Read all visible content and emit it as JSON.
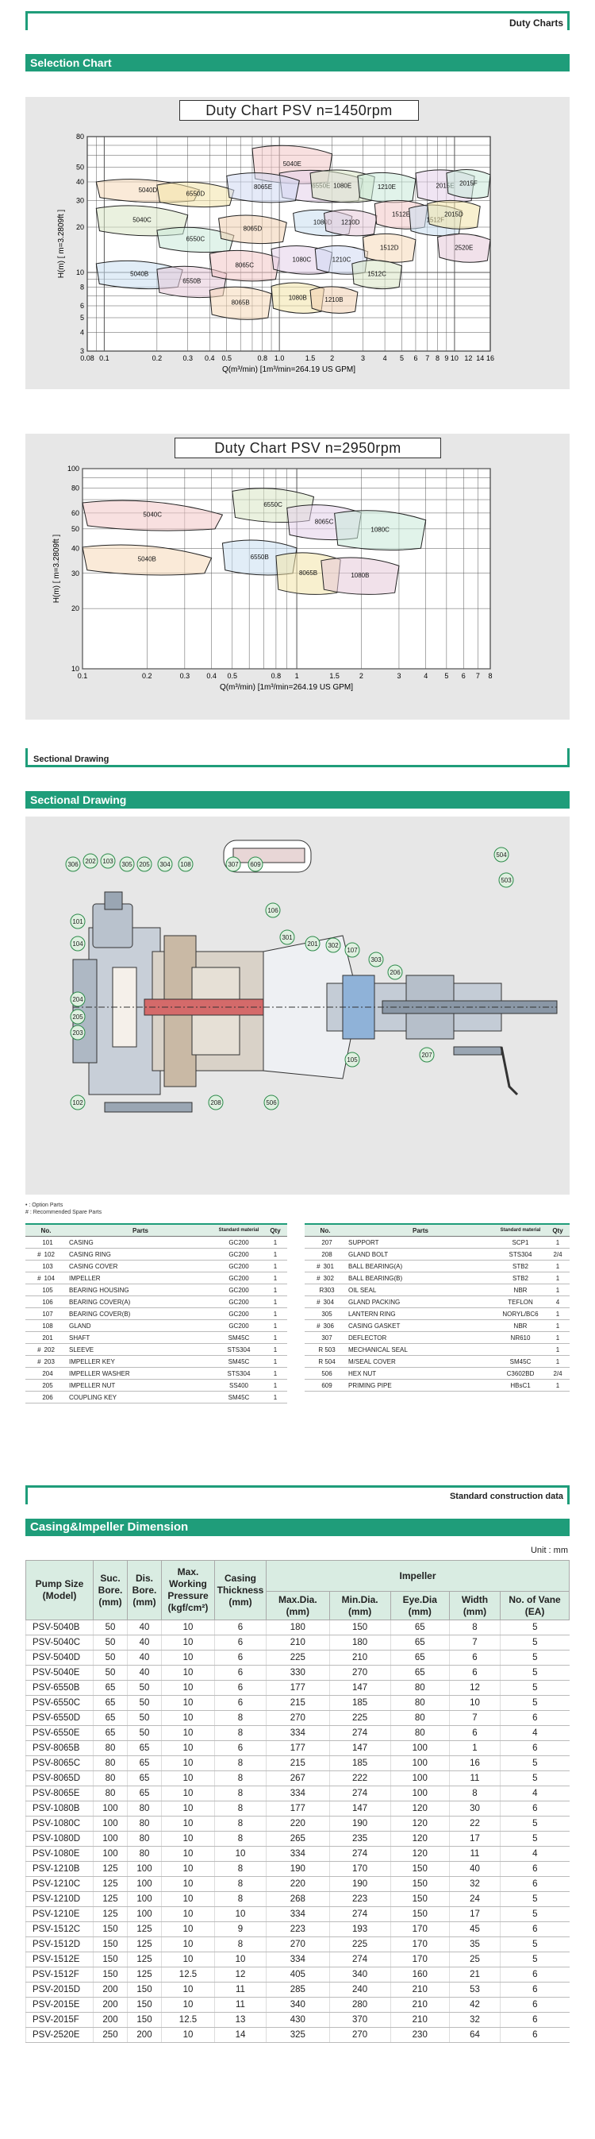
{
  "header": {
    "title": "Duty Charts"
  },
  "selection": {
    "title": "Selection Chart"
  },
  "chart1": {
    "title": "Duty Chart  PSV   n=1450rpm",
    "ylabel": "H(m)  [ m=3.2809ft ]",
    "xlabel": "Q(m³/min)  [1m³/min=264.19  US GPM]",
    "xticks": [
      "0.08",
      "0.1",
      "0.2",
      "0.3",
      "0.4",
      "0.5",
      "0.8",
      "1.0",
      "1.5",
      "2",
      "3",
      "4",
      "5",
      "6",
      "7",
      "8",
      "9",
      "10",
      "12",
      "14",
      "16"
    ],
    "yticks": [
      "80",
      "50",
      "40",
      "30",
      "20",
      "10",
      "8",
      "6",
      "5",
      "4",
      "3"
    ],
    "zones": [
      "5040E",
      "5040D",
      "5040C",
      "5040B",
      "6550E",
      "6550D",
      "6550C",
      "6550B",
      "8065E",
      "8065D",
      "8065C",
      "8065B",
      "1080E",
      "1080D",
      "1080C",
      "1080B",
      "1210E",
      "1210D",
      "1210C",
      "1210B",
      "1512E",
      "1512D",
      "1512C",
      "1512F",
      "2015E",
      "2015D",
      "2015F",
      "2520E"
    ]
  },
  "chart2": {
    "title": "Duty Chart   PSV     n=2950rpm",
    "ylabel": "H(m)  [ m=3.2809ft ]",
    "xlabel": "Q(m³/min)  [1m³/min=264.19  US GPM]",
    "xticks": [
      "0.1",
      "0.2",
      "0.3",
      "0.4",
      "0.5",
      "0.8",
      "1",
      "1.5",
      "2",
      "3",
      "4",
      "5",
      "6",
      "7",
      "8"
    ],
    "yticks": [
      "100",
      "80",
      "60",
      "50",
      "40",
      "30",
      "20",
      "10"
    ],
    "zones": [
      "5040C",
      "5040B",
      "6550C",
      "6550B",
      "8065C",
      "8065B",
      "1080C",
      "1080B"
    ]
  },
  "sectional_header": {
    "title": "Sectional Drawing"
  },
  "sectional": {
    "title": "Sectional Drawing",
    "callouts_top": [
      "306",
      "202",
      "103",
      "305",
      "205",
      "304",
      "108",
      "307",
      "609"
    ],
    "callouts_left": [
      "101",
      "104",
      "204",
      "205",
      "203",
      "102"
    ],
    "callouts_right": [
      "106",
      "301",
      "201",
      "302",
      "107",
      "303",
      "206",
      "207",
      "105",
      "506",
      "208",
      "504",
      "503"
    ],
    "notes": [
      "• : Option Parts",
      "# : Recommended Spare Parts"
    ]
  },
  "parts_headers": {
    "no": "No.",
    "parts": "Parts",
    "material": "Standard material",
    "qty": "Qty"
  },
  "parts_left": [
    {
      "mark": "",
      "no": "101",
      "part": "CASING",
      "mat": "GC200",
      "qty": "1"
    },
    {
      "mark": "#",
      "no": "102",
      "part": "CASING RING",
      "mat": "GC200",
      "qty": "1"
    },
    {
      "mark": "",
      "no": "103",
      "part": "CASING COVER",
      "mat": "GC200",
      "qty": "1"
    },
    {
      "mark": "#",
      "no": "104",
      "part": "IMPELLER",
      "mat": "GC200",
      "qty": "1"
    },
    {
      "mark": "",
      "no": "105",
      "part": "BEARING HOUSING",
      "mat": "GC200",
      "qty": "1"
    },
    {
      "mark": "",
      "no": "106",
      "part": "BEARING COVER(A)",
      "mat": "GC200",
      "qty": "1"
    },
    {
      "mark": "",
      "no": "107",
      "part": "BEARING COVER(B)",
      "mat": "GC200",
      "qty": "1"
    },
    {
      "mark": "",
      "no": "108",
      "part": "GLAND",
      "mat": "GC200",
      "qty": "1"
    },
    {
      "mark": "",
      "no": "201",
      "part": "SHAFT",
      "mat": "SM45C",
      "qty": "1"
    },
    {
      "mark": "#",
      "no": "202",
      "part": "SLEEVE",
      "mat": "STS304",
      "qty": "1"
    },
    {
      "mark": "#",
      "no": "203",
      "part": "IMPELLER KEY",
      "mat": "SM45C",
      "qty": "1"
    },
    {
      "mark": "",
      "no": "204",
      "part": "IMPELLER WASHER",
      "mat": "STS304",
      "qty": "1"
    },
    {
      "mark": "",
      "no": "205",
      "part": "IMPELLER NUT",
      "mat": "SS400",
      "qty": "1"
    },
    {
      "mark": "",
      "no": "206",
      "part": "COUPLING KEY",
      "mat": "SM45C",
      "qty": "1"
    }
  ],
  "parts_right": [
    {
      "mark": "",
      "no": "207",
      "part": "SUPPORT",
      "mat": "SCP1",
      "qty": "1"
    },
    {
      "mark": "",
      "no": "208",
      "part": "GLAND BOLT",
      "mat": "STS304",
      "qty": "2/4"
    },
    {
      "mark": "#",
      "no": "301",
      "part": "BALL BEARING(A)",
      "mat": "STB2",
      "qty": "1"
    },
    {
      "mark": "#",
      "no": "302",
      "part": "BALL BEARING(B)",
      "mat": "STB2",
      "qty": "1"
    },
    {
      "mark": "",
      "no": "R303",
      "part": "OIL SEAL",
      "mat": "NBR",
      "qty": "1"
    },
    {
      "mark": "#",
      "no": "304",
      "part": "GLAND PACKING",
      "mat": "TEFLON",
      "qty": "4"
    },
    {
      "mark": "",
      "no": "305",
      "part": "LANTERN RING",
      "mat": "NORYL/BC6",
      "qty": "1"
    },
    {
      "mark": "#",
      "no": "306",
      "part": "CASING GASKET",
      "mat": "NBR",
      "qty": "1"
    },
    {
      "mark": "",
      "no": "307",
      "part": "DEFLECTOR",
      "mat": "NR610",
      "qty": "1"
    },
    {
      "mark": "",
      "no": "R 503",
      "part": "MECHANICAL SEAL",
      "mat": "",
      "qty": "1"
    },
    {
      "mark": "",
      "no": "R 504",
      "part": "M/SEAL COVER",
      "mat": "SM45C",
      "qty": "1"
    },
    {
      "mark": "",
      "no": "506",
      "part": "HEX NUT",
      "mat": "C3602BD",
      "qty": "2/4"
    },
    {
      "mark": "",
      "no": "609",
      "part": "PRIMING PIPE",
      "mat": "HBsC1",
      "qty": "1"
    }
  ],
  "std_header": {
    "title": "Standard construction data"
  },
  "dimension": {
    "title": "Casing&Impeller Dimension",
    "unit": "Unit : mm",
    "headers": {
      "model": "Pump Size (Model)",
      "suc": "Suc. Bore. (mm)",
      "dis": "Dis. Bore. (mm)",
      "pressure": "Max. Working Pressure (kgf/cm²)",
      "casing": "Casing Thickness (mm)",
      "impeller": "Impeller",
      "maxdia": "Max.Dia. (mm)",
      "mindia": "Min.Dia. (mm)",
      "eyedia": "Eye.Dia (mm)",
      "width": "Width (mm)",
      "vane": "No. of Vane (EA)"
    },
    "rows": [
      [
        "PSV-5040B",
        "50",
        "40",
        "10",
        "6",
        "180",
        "150",
        "65",
        "8",
        "5"
      ],
      [
        "PSV-5040C",
        "50",
        "40",
        "10",
        "6",
        "210",
        "180",
        "65",
        "7",
        "5"
      ],
      [
        "PSV-5040D",
        "50",
        "40",
        "10",
        "6",
        "225",
        "210",
        "65",
        "6",
        "5"
      ],
      [
        "PSV-5040E",
        "50",
        "40",
        "10",
        "6",
        "330",
        "270",
        "65",
        "6",
        "5"
      ],
      [
        "PSV-6550B",
        "65",
        "50",
        "10",
        "6",
        "177",
        "147",
        "80",
        "12",
        "5"
      ],
      [
        "PSV-6550C",
        "65",
        "50",
        "10",
        "6",
        "215",
        "185",
        "80",
        "10",
        "5"
      ],
      [
        "PSV-6550D",
        "65",
        "50",
        "10",
        "8",
        "270",
        "225",
        "80",
        "7",
        "6"
      ],
      [
        "PSV-6550E",
        "65",
        "50",
        "10",
        "8",
        "334",
        "274",
        "80",
        "6",
        "4"
      ],
      [
        "PSV-8065B",
        "80",
        "65",
        "10",
        "6",
        "177",
        "147",
        "100",
        "1",
        "6"
      ],
      [
        "PSV-8065C",
        "80",
        "65",
        "10",
        "8",
        "215",
        "185",
        "100",
        "16",
        "5"
      ],
      [
        "PSV-8065D",
        "80",
        "65",
        "10",
        "8",
        "267",
        "222",
        "100",
        "11",
        "5"
      ],
      [
        "PSV-8065E",
        "80",
        "65",
        "10",
        "8",
        "334",
        "274",
        "100",
        "8",
        "4"
      ],
      [
        "PSV-1080B",
        "100",
        "80",
        "10",
        "8",
        "177",
        "147",
        "120",
        "30",
        "6"
      ],
      [
        "PSV-1080C",
        "100",
        "80",
        "10",
        "8",
        "220",
        "190",
        "120",
        "22",
        "5"
      ],
      [
        "PSV-1080D",
        "100",
        "80",
        "10",
        "8",
        "265",
        "235",
        "120",
        "17",
        "5"
      ],
      [
        "PSV-1080E",
        "100",
        "80",
        "10",
        "10",
        "334",
        "274",
        "120",
        "11",
        "4"
      ],
      [
        "PSV-1210B",
        "125",
        "100",
        "10",
        "8",
        "190",
        "170",
        "150",
        "40",
        "6"
      ],
      [
        "PSV-1210C",
        "125",
        "100",
        "10",
        "8",
        "220",
        "190",
        "150",
        "32",
        "6"
      ],
      [
        "PSV-1210D",
        "125",
        "100",
        "10",
        "8",
        "268",
        "223",
        "150",
        "24",
        "5"
      ],
      [
        "PSV-1210E",
        "125",
        "100",
        "10",
        "10",
        "334",
        "274",
        "150",
        "17",
        "5"
      ],
      [
        "PSV-1512C",
        "150",
        "125",
        "10",
        "9",
        "223",
        "193",
        "170",
        "45",
        "6"
      ],
      [
        "PSV-1512D",
        "150",
        "125",
        "10",
        "8",
        "270",
        "225",
        "170",
        "35",
        "5"
      ],
      [
        "PSV-1512E",
        "150",
        "125",
        "10",
        "10",
        "334",
        "274",
        "170",
        "25",
        "5"
      ],
      [
        "PSV-1512F",
        "150",
        "125",
        "12.5",
        "12",
        "405",
        "340",
        "160",
        "21",
        "6"
      ],
      [
        "PSV-2015D",
        "200",
        "150",
        "10",
        "11",
        "285",
        "240",
        "210",
        "53",
        "6"
      ],
      [
        "PSV-2015E",
        "200",
        "150",
        "10",
        "11",
        "340",
        "280",
        "210",
        "42",
        "6"
      ],
      [
        "PSV-2015F",
        "200",
        "150",
        "12.5",
        "13",
        "430",
        "370",
        "210",
        "32",
        "6"
      ],
      [
        "PSV-2520E",
        "250",
        "200",
        "10",
        "14",
        "325",
        "270",
        "230",
        "64",
        "6"
      ]
    ]
  }
}
